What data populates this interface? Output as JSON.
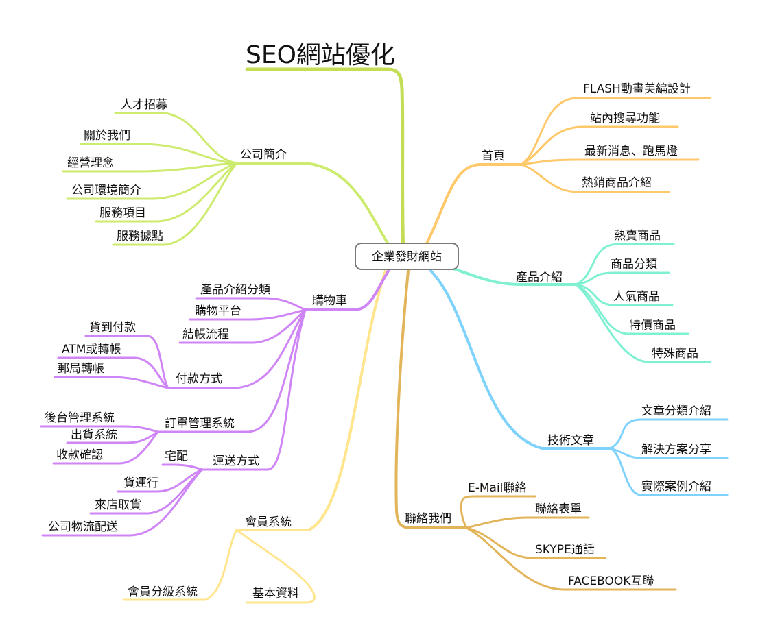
{
  "center": {
    "label": "企業發財網站"
  },
  "colors": {
    "seo": "#c3dd55",
    "company": "#cdeb6e",
    "home": "#ffc86b",
    "products": "#7ff0d2",
    "tech": "#7fd2fb",
    "contact": "#e2b55a",
    "member": "#ffe58e",
    "cart": "#cf85f6"
  },
  "branches": {
    "seo": {
      "label": "SEO網站優化"
    },
    "company": {
      "label": "公司簡介",
      "children": [
        "人才招募",
        "關於我們",
        "經營理念",
        "公司環境簡介",
        "服務項目",
        "服務據點"
      ]
    },
    "home": {
      "label": "首頁",
      "children": [
        "FLASH動畫美編設計",
        "站內搜尋功能",
        "最新消息、跑馬燈",
        "熱銷商品介紹"
      ]
    },
    "products": {
      "label": "產品介紹",
      "children": [
        "熱賣商品",
        "商品分類",
        "人氣商品",
        "特價商品",
        "特殊商品"
      ]
    },
    "tech": {
      "label": "技術文章",
      "children": [
        "文章分類介紹",
        "解決方案分享",
        "實際案例介紹"
      ]
    },
    "contact": {
      "label": "聯絡我們",
      "children": [
        "E-Mail聯絡",
        "聯絡表單",
        "SKYPE通話",
        "FACEBOOK互聯"
      ]
    },
    "member": {
      "label": "會員系統",
      "children": [
        "會員分級系統",
        "基本資料"
      ]
    },
    "cart": {
      "label": "購物車",
      "children": [
        "產品介紹分類",
        "購物平台",
        "結帳流程"
      ],
      "payment": {
        "label": "付款方式",
        "children": [
          "貨到付款",
          "ATM或轉帳",
          "郵局轉帳"
        ]
      },
      "orders": {
        "label": "訂單管理系統",
        "children": [
          "後台管理系統",
          "出貨系統",
          "收款確認"
        ]
      },
      "shipping": {
        "label": "運送方式",
        "children": [
          "宅配",
          "貨運行",
          "來店取貨",
          "公司物流配送"
        ]
      }
    }
  }
}
